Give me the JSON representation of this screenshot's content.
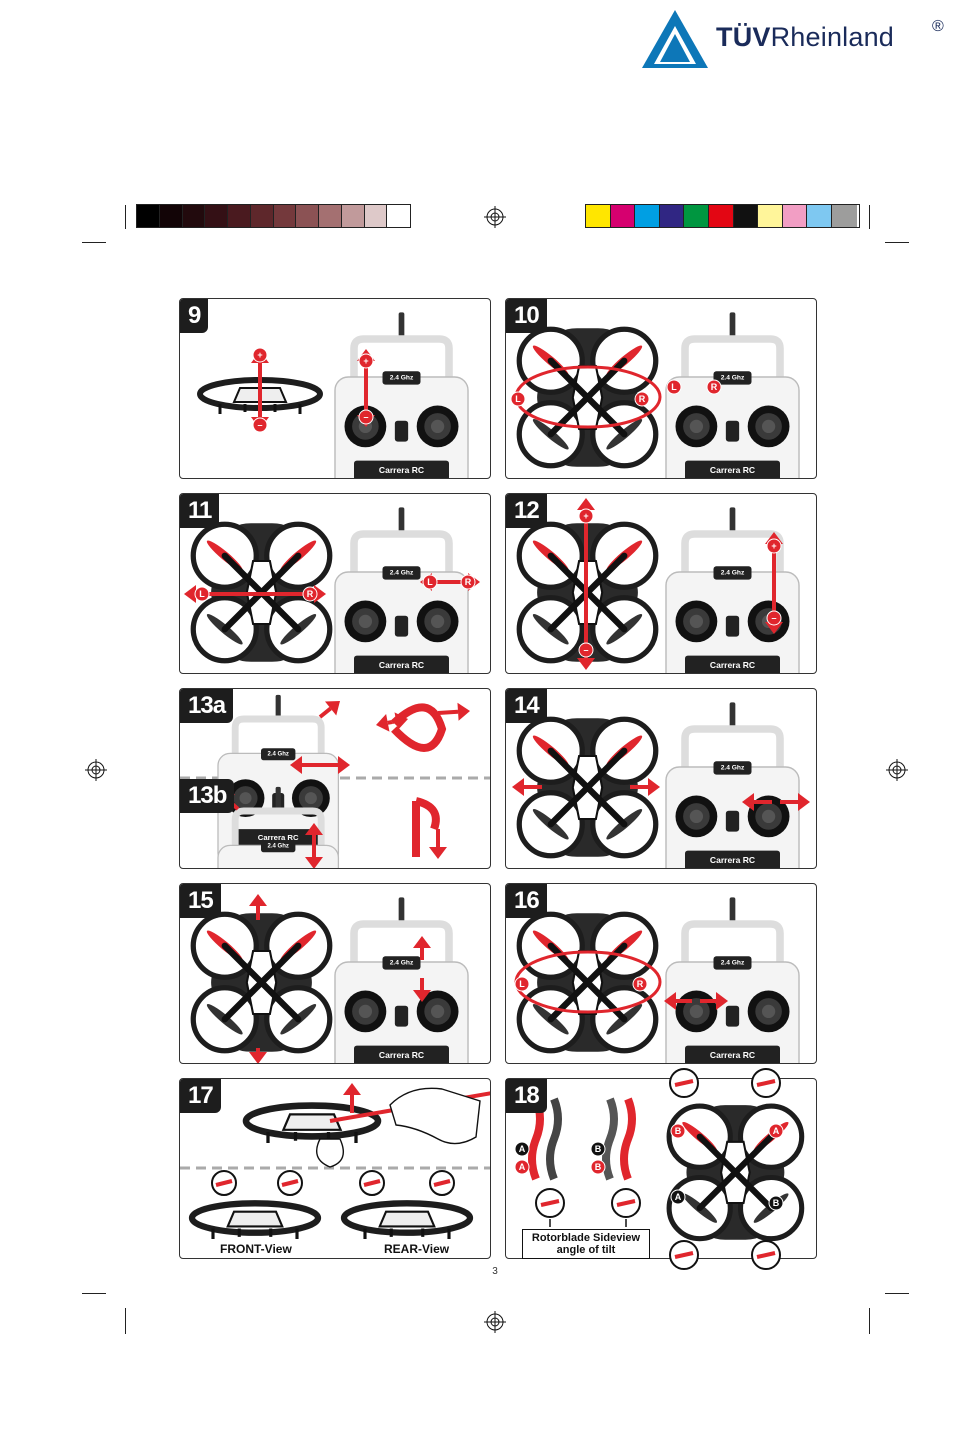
{
  "logo": {
    "brand_bold": "TÜV",
    "brand_light": "Rheinland",
    "reg_mark": "®"
  },
  "swatches": {
    "left": [
      "#000000",
      "#120406",
      "#220a0d",
      "#341015",
      "#4a1a1f",
      "#5e272b",
      "#74393c",
      "#8b5254",
      "#a47071",
      "#c19a9b",
      "#dec9c9",
      "#ffffff"
    ],
    "right": [
      "#ffe600",
      "#d6006f",
      "#009fe3",
      "#302683",
      "#009640",
      "#e30613",
      "#111111",
      "#fff59a",
      "#f29ec4",
      "#7ec8f1",
      "#9d9d9c"
    ]
  },
  "panels": [
    {
      "label": "9"
    },
    {
      "label": "10"
    },
    {
      "label": "11"
    },
    {
      "label": "12"
    },
    {
      "label": "13a",
      "label_b": "13b"
    },
    {
      "label": "14"
    },
    {
      "label": "15"
    },
    {
      "label": "16"
    },
    {
      "label": "17"
    },
    {
      "label": "18"
    }
  ],
  "remote_text": {
    "freq": "2.4 Ghz",
    "brand": "Carrera RC"
  },
  "marks": {
    "plus": "+",
    "minus": "–",
    "left": "L",
    "right": "R",
    "a": "A",
    "b": "B"
  },
  "panel17": {
    "front": "FRONT-View",
    "rear": "REAR-View"
  },
  "panel18": {
    "sideview_line1": "Rotorblade Sideview",
    "sideview_line2": "angle of tilt"
  },
  "page_number": "3",
  "colors": {
    "accent": "#e0262d",
    "dark": "#1d1d1d"
  }
}
